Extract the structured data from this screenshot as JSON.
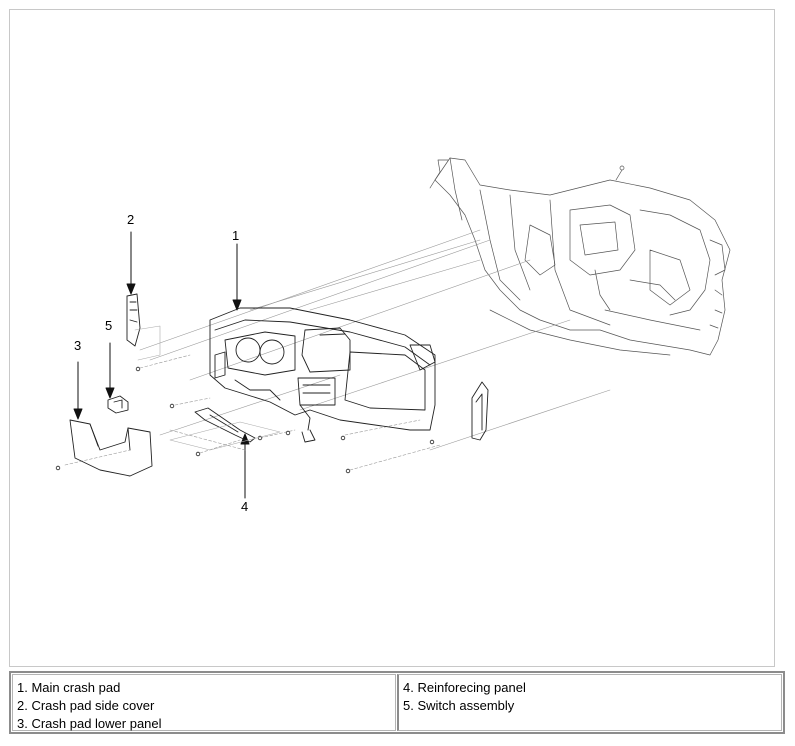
{
  "figure": {
    "callouts": [
      {
        "id": "1",
        "label": "1"
      },
      {
        "id": "2",
        "label": "2"
      },
      {
        "id": "3",
        "label": "3"
      },
      {
        "id": "4",
        "label": "4"
      },
      {
        "id": "5",
        "label": "5"
      }
    ]
  },
  "legend": {
    "left_column": [
      "1. Main crash pad",
      "2. Crash pad side cover",
      "3. Crash pad lower panel"
    ],
    "right_column": [
      "4. Reinforecing panel",
      "5. Switch assembly"
    ]
  }
}
